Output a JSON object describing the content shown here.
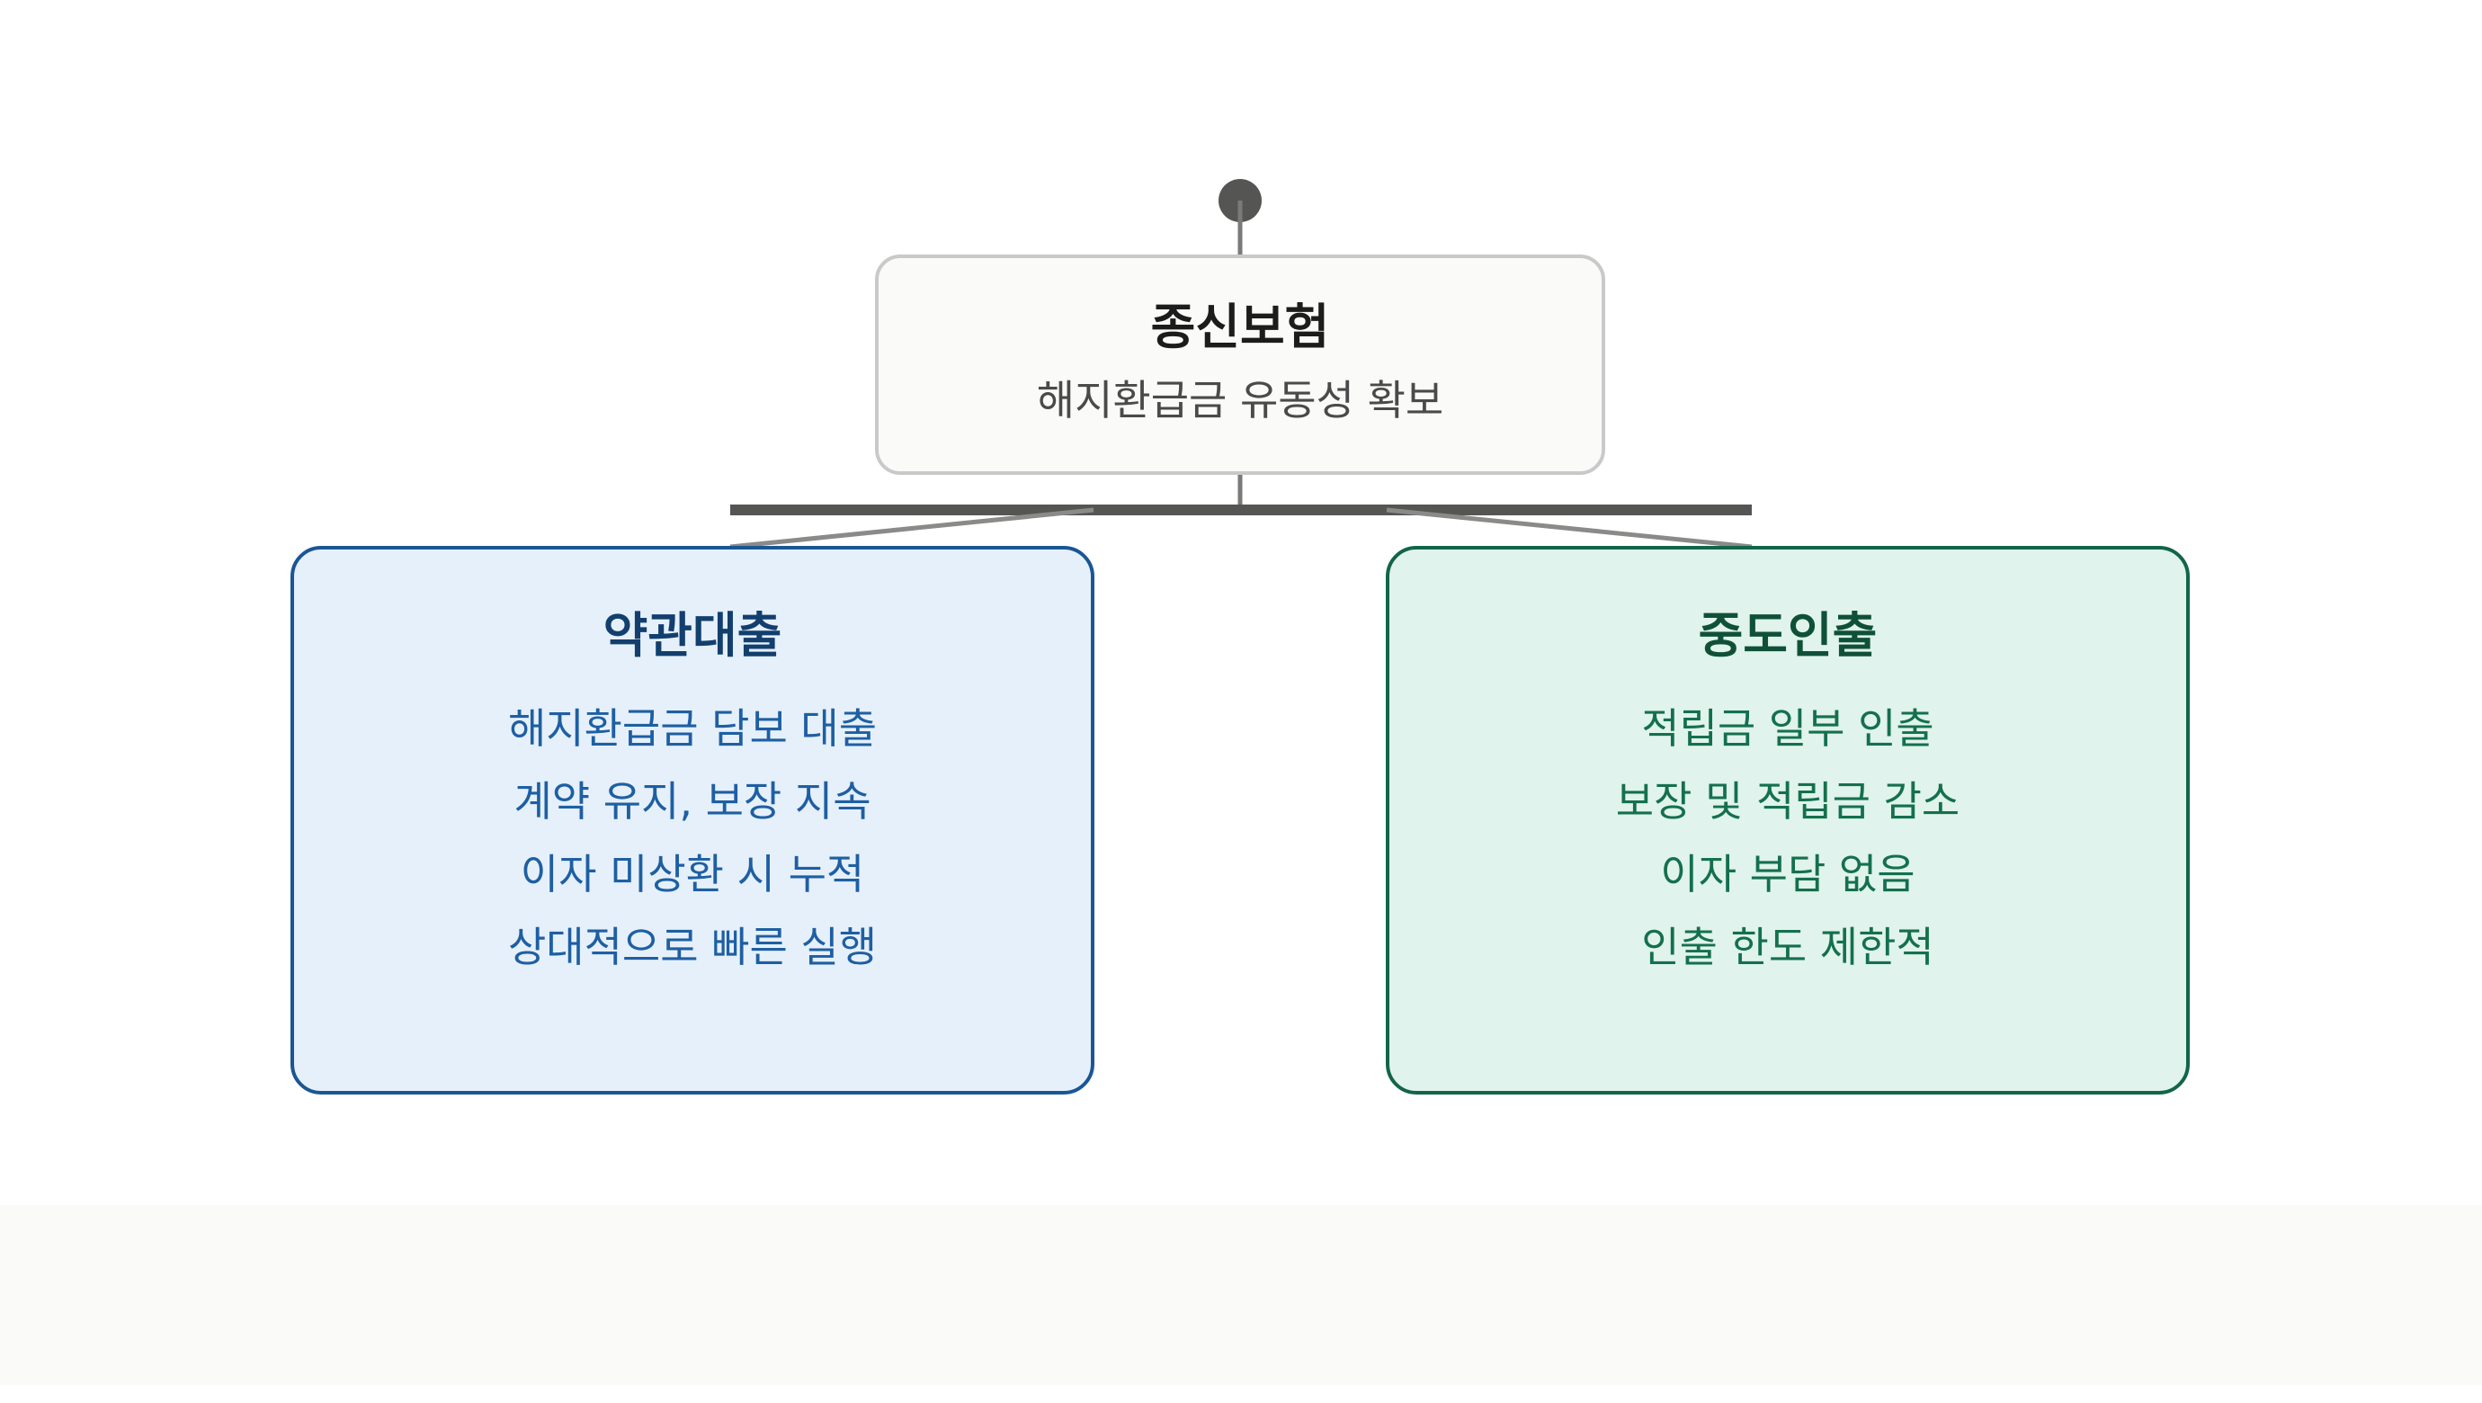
{
  "root": {
    "title": "종신보험",
    "subtitle": "해지환급금 유동성 확보"
  },
  "children": [
    {
      "title": "약관대출",
      "items": [
        "해지환급금 담보 대출",
        "계약 유지, 보장 지속",
        "이자 미상환 시 누적",
        "상대적으로 빠른 실행"
      ]
    },
    {
      "title": "중도인출",
      "items": [
        "적립금 일부 인출",
        "보장 및 적립금 감소",
        "이자 부담 없음",
        "인출 한도 제한적"
      ]
    }
  ],
  "colors": {
    "connector": "#555553",
    "connector_light": "#8a8a88",
    "left_border": "#1a5696",
    "left_fill": "#e6f0fa",
    "right_border": "#126548",
    "right_fill": "#e0f3ec"
  }
}
